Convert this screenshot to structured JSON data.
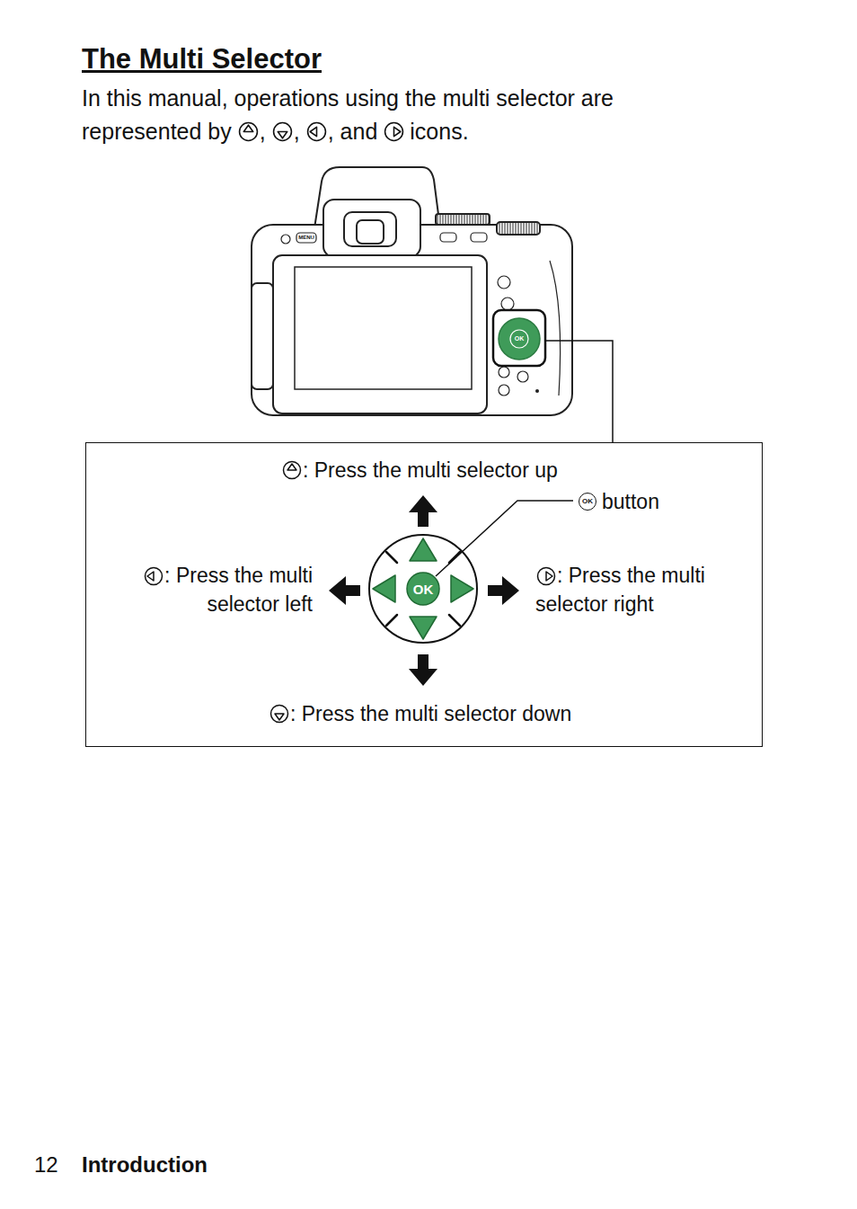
{
  "diagram": {
    "title": "The Multi Selector",
    "labels": [
      "In this manual, operations using the multi selector are represented by",
      ",",
      ",",
      ", and",
      "icons.",
      ": Press the multi selector up",
      "button",
      ": Press the multi selector left",
      ": Press the multi selector right",
      ": Press the multi selector down",
      "OK",
      "OK",
      "MENU",
      "12",
      "Introduction",
      "OK"
    ]
  }
}
